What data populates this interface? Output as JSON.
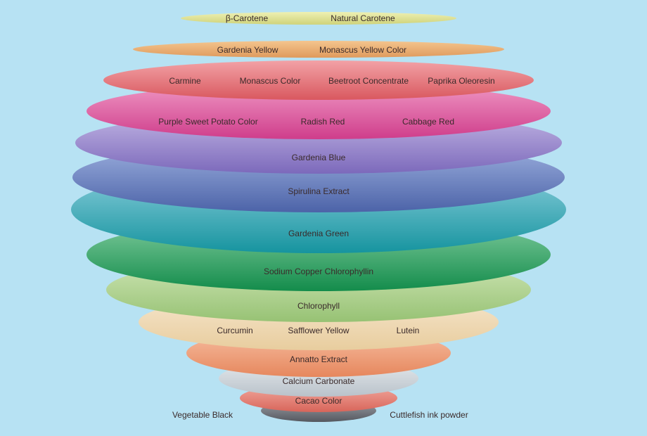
{
  "colors": {
    "background": "#b7e2f3",
    "layers": {
      "carotene": "#d9de86",
      "yellow_orange": "#e7a96b",
      "red": "#e06c73",
      "magenta": "#d8539a",
      "violet": "#8e7ec6",
      "blue": "#5f77b8",
      "teal": "#2fa7bd",
      "green": "#2a9e5e",
      "light_green": "#a8cd86",
      "cream": "#ecd8b6",
      "orange": "#eb9670",
      "grey": "#cfd6dc",
      "salmon": "#e2786b",
      "dark_grey": "#6c6f77"
    }
  },
  "layers": [
    {
      "id": "carotene",
      "labels": [
        "β-Carotene",
        "Natural Carotene"
      ]
    },
    {
      "id": "yellow",
      "labels": [
        "Gardenia Yellow",
        "Monascus Yellow Color"
      ]
    },
    {
      "id": "red",
      "labels": [
        "Carmine",
        "Monascus Color",
        "Beetroot Concentrate",
        "Paprika Oleoresin"
      ]
    },
    {
      "id": "magenta",
      "labels": [
        "Purple Sweet Potato Color",
        "Radish Red",
        "Cabbage Red"
      ]
    },
    {
      "id": "violet",
      "labels": [
        "Gardenia Blue"
      ]
    },
    {
      "id": "blue",
      "labels": [
        "Spirulina Extract"
      ]
    },
    {
      "id": "teal",
      "labels": [
        "Gardenia Green"
      ]
    },
    {
      "id": "green",
      "labels": [
        "Sodium Copper Chlorophyllin"
      ]
    },
    {
      "id": "light-green",
      "labels": [
        "Chlorophyll"
      ]
    },
    {
      "id": "cream",
      "labels": [
        "Curcumin",
        "Safflower Yellow",
        "Lutein"
      ]
    },
    {
      "id": "orange",
      "labels": [
        "Annatto Extract"
      ]
    },
    {
      "id": "grey",
      "labels": [
        "Calcium Carbonate"
      ]
    },
    {
      "id": "salmon",
      "labels": [
        "Cacao Color"
      ]
    },
    {
      "id": "dark",
      "labels": [
        "Vegetable Black",
        "Cuttlefish ink powder"
      ]
    }
  ]
}
